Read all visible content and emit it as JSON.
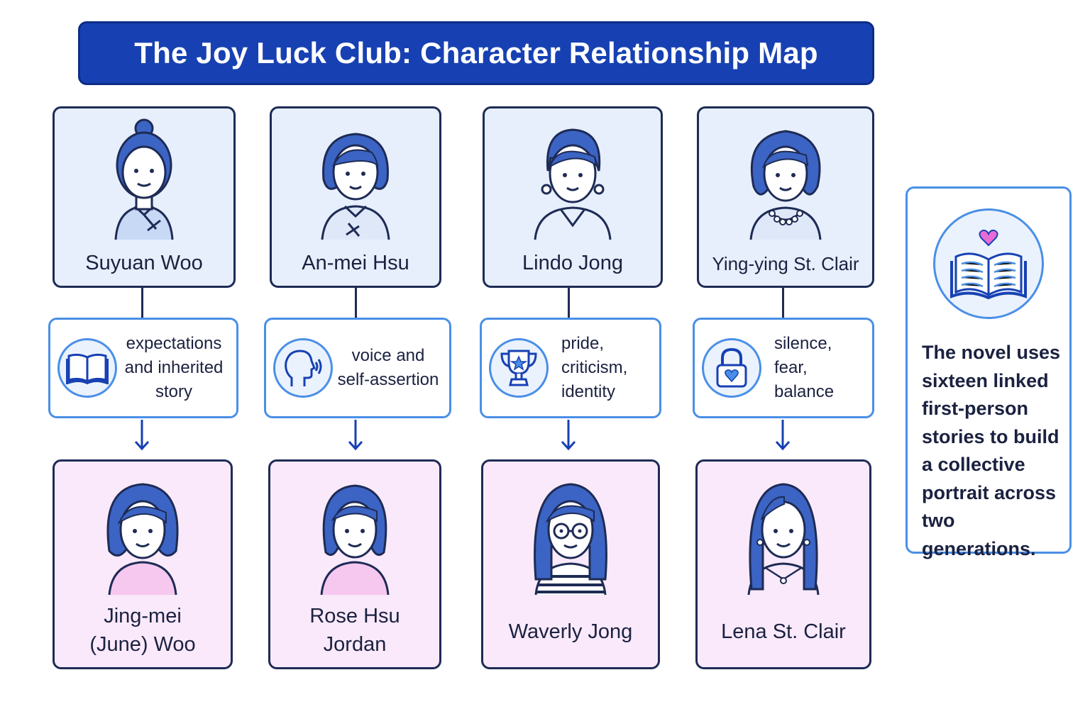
{
  "title": "The Joy Luck Club: Character Relationship Map",
  "pairs": [
    {
      "mother": "Suyuan Woo",
      "theme": "expectations\nand inherited\nstory",
      "theme_icon": "book-icon",
      "daughter": "Jing-mei\n(June) Woo"
    },
    {
      "mother": "An-mei Hsu",
      "theme": "voice and\nself-assertion",
      "theme_icon": "speaking-head-icon",
      "daughter": "Rose Hsu\nJordan"
    },
    {
      "mother": "Lindo Jong",
      "theme": "pride,\ncriticism,\nidentity",
      "theme_icon": "trophy-icon",
      "daughter": "Waverly Jong"
    },
    {
      "mother": "Ying-ying St. Clair",
      "theme": "silence, fear,\nbalance",
      "theme_icon": "heart-lock-icon",
      "daughter": "Lena St. Clair"
    }
  ],
  "side_note": {
    "icon": "open-book-heart-icon",
    "text": "The novel uses\nsixteen linked\nfirst-person\nstories to build\na collective\nportrait across\ntwo generations."
  },
  "colors": {
    "title_bg": "#1741b3",
    "mother_card": "#e6effb",
    "daughter_card": "#f9e9fa",
    "accent_blue": "#4a8fe6",
    "hair": "#3b64c4",
    "heart": "#e86bd6"
  }
}
